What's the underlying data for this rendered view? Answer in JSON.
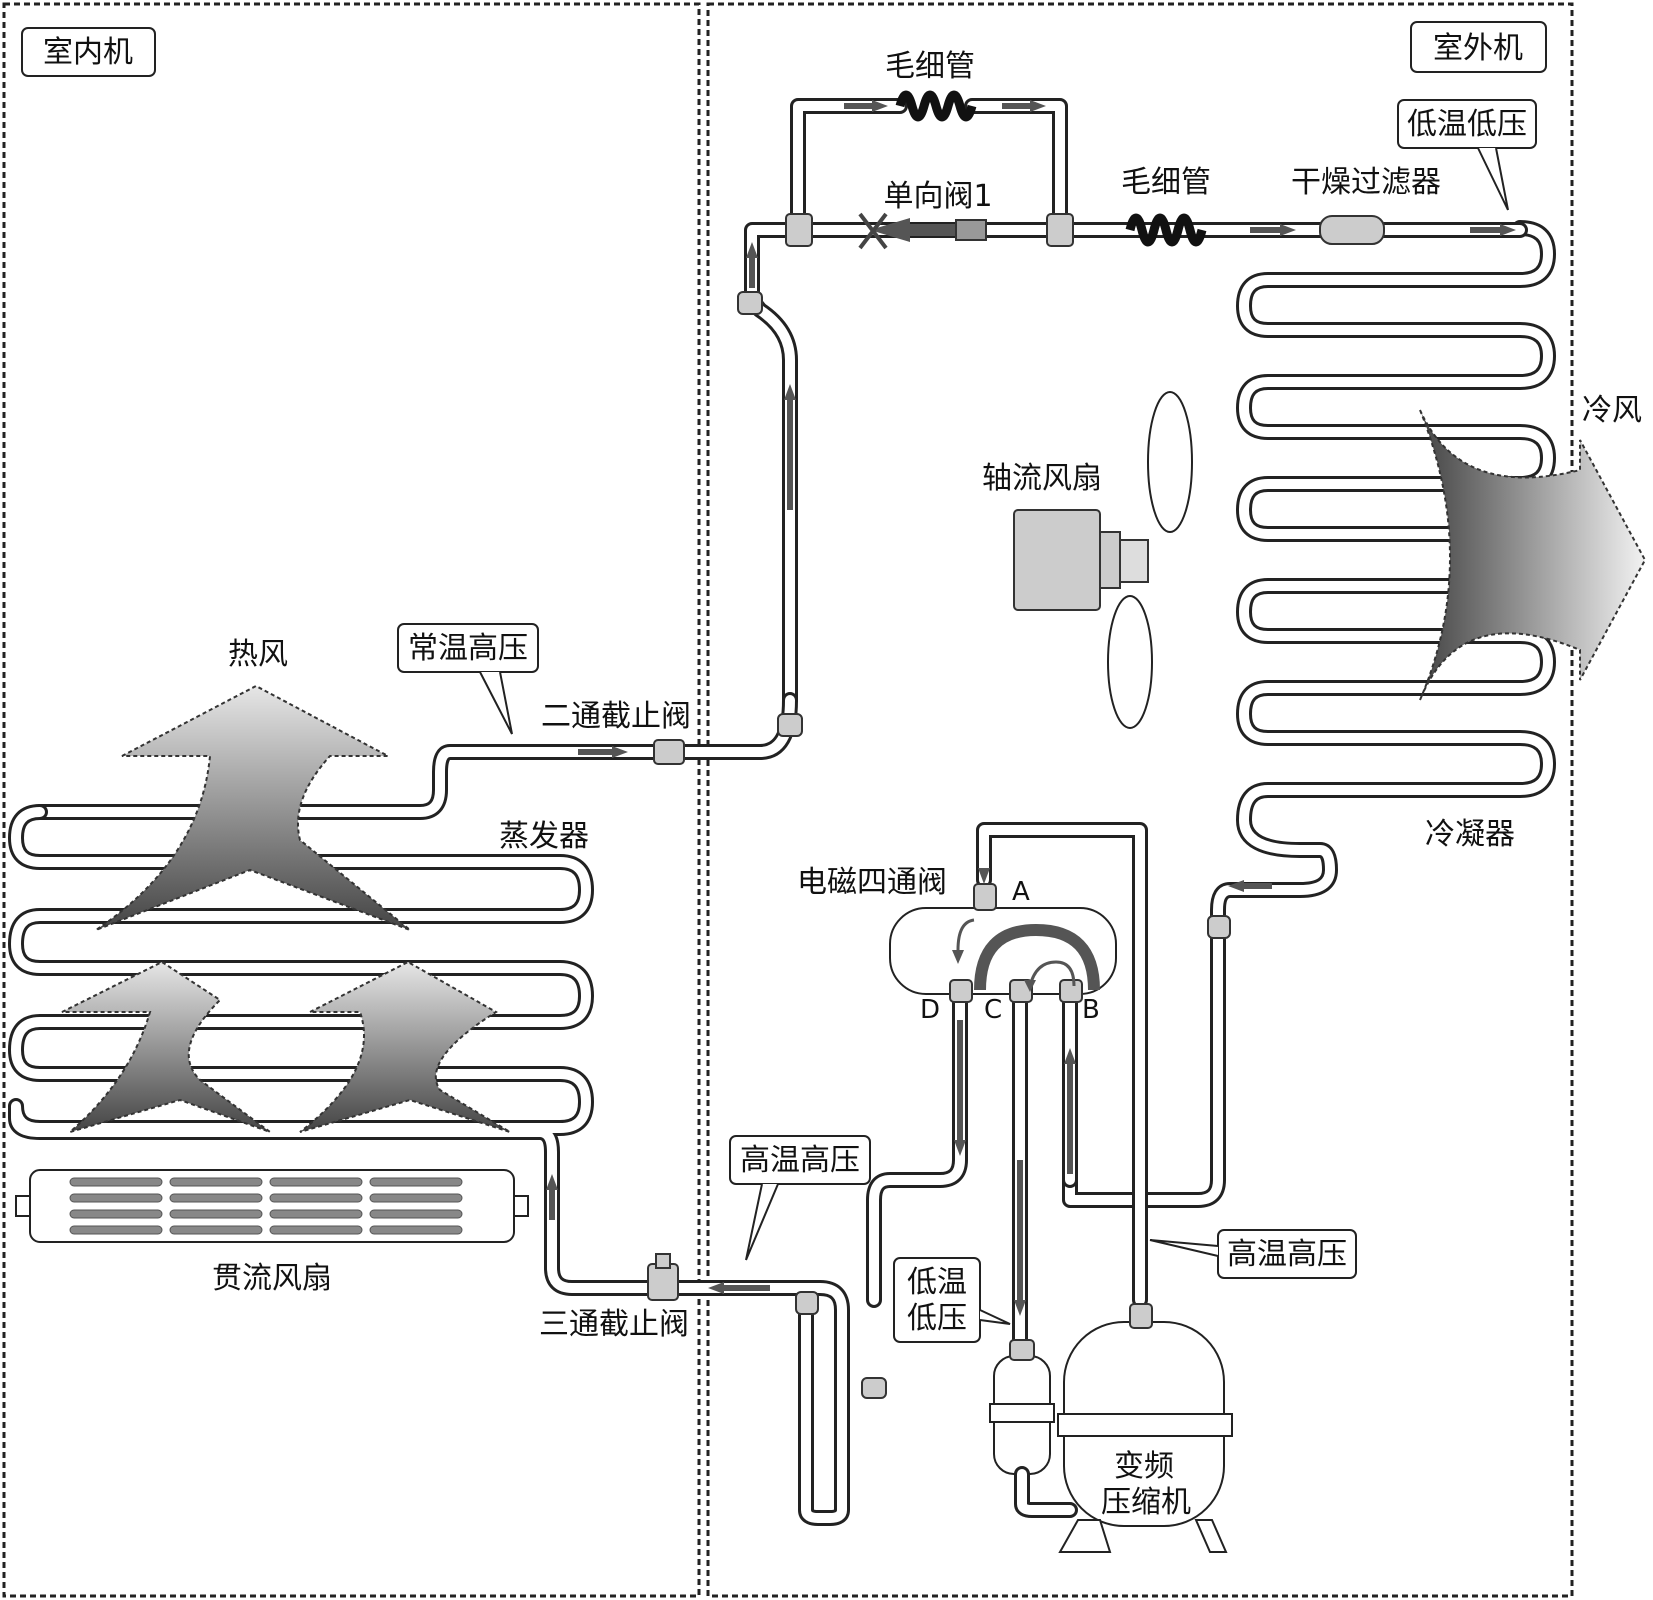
{
  "sections": {
    "indoor": "室内机",
    "outdoor": "室外机"
  },
  "components": {
    "capillary_top": "毛细管",
    "capillary_mid": "毛细管",
    "check_valve": "单向阀1",
    "dryer_filter": "干燥过滤器",
    "axial_fan": "轴流风扇",
    "condenser": "冷凝器",
    "evaporator": "蒸发器",
    "crossflow_fan": "贯流风扇",
    "two_way_valve": "二通截止阀",
    "three_way_valve": "三通截止阀",
    "four_way_valve": "电磁四通阀",
    "compressor_line1": "变频",
    "compressor_line2": "压缩机"
  },
  "air": {
    "hot_air": "热风",
    "cold_air": "冷风"
  },
  "states": {
    "low_temp_low_pressure_top": "低温低压",
    "normal_temp_high_pressure": "常温高压",
    "high_temp_high_pressure_left": "高温高压",
    "high_temp_high_pressure_right": "高温高压",
    "low_temp_low_pressure_line1": "低温",
    "low_temp_low_pressure_line2": "低压"
  },
  "ports": {
    "a": "A",
    "b": "B",
    "c": "C",
    "d": "D"
  }
}
